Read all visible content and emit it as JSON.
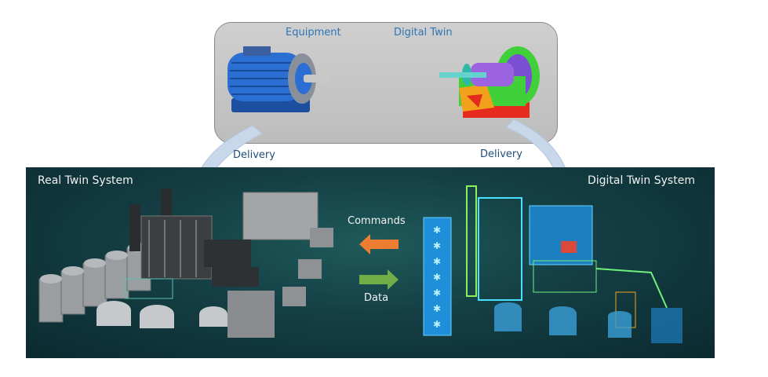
{
  "top_box": {
    "equipment_label": "Equipment",
    "digital_twin_label": "Digital Twin"
  },
  "arrows": {
    "left_delivery": "Delivery",
    "right_delivery": "Delivery",
    "commands": "Commands",
    "data": "Data"
  },
  "panel": {
    "real_system_label": "Real Twin System",
    "digital_system_label": "Digital Twin System"
  },
  "colors": {
    "commands_arrow": "#ed7d31",
    "data_arrow": "#70ad47",
    "delivery_arrow": "#c9d7ea",
    "label_blue": "#2e74b5"
  }
}
